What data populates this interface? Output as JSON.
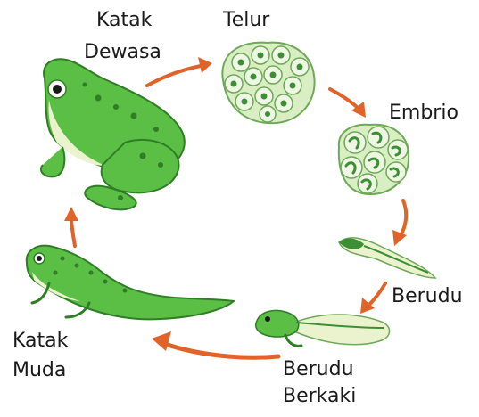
{
  "stages": [
    {
      "id": "adult",
      "lines": [
        "Katak",
        "Dewasa"
      ]
    },
    {
      "id": "egg",
      "lines": [
        "Telur"
      ]
    },
    {
      "id": "embryo",
      "lines": [
        "Embrio"
      ]
    },
    {
      "id": "tadpole",
      "lines": [
        "Berudu"
      ]
    },
    {
      "id": "legged_tadpole",
      "lines": [
        "Berudu",
        "Berkaki"
      ]
    },
    {
      "id": "froglet",
      "lines": [
        "Katak",
        "Muda"
      ]
    }
  ],
  "colors": {
    "arrow": "#e0642a",
    "frog_green": "#5cbf45",
    "frog_dark": "#2f7d25",
    "belly": "#eaf3cd",
    "egg_fill": "#c7e6a9",
    "egg_outline": "#6fa85a"
  }
}
